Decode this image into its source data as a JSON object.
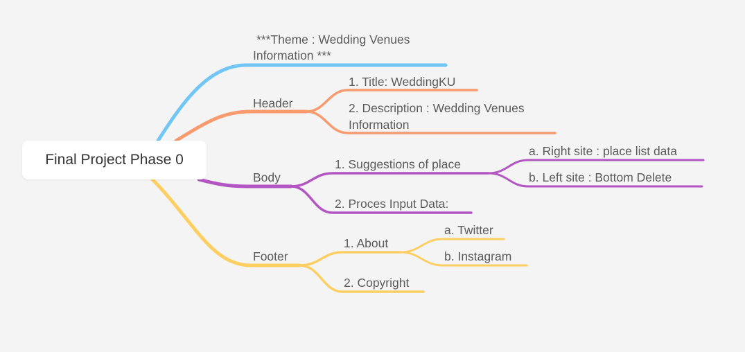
{
  "root": {
    "label": "Final Project Phase 0"
  },
  "colors": {
    "theme": "#72c6f5",
    "header": "#f79a6e",
    "body": "#b255c2",
    "footer": "#fdcf63",
    "background": "#f4f4f4"
  },
  "theme": {
    "line1": "***Theme :  Wedding Venues",
    "line2": "Information ***"
  },
  "header": {
    "label": "Header",
    "title": "1. Title: WeddingKU",
    "description_line1": "2. Description : Wedding Venues",
    "description_line2": "Information"
  },
  "body": {
    "label": "Body",
    "suggestions": {
      "label": "1. Suggestions of place",
      "right_site": "a. Right site : place list data",
      "left_site": "b. Left site : Bottom Delete"
    },
    "process": "2. Proces Input Data:"
  },
  "footer": {
    "label": "Footer",
    "about": {
      "label": "1. About",
      "twitter": "a. Twitter",
      "instagram": "b. Instagram"
    },
    "copyright": "2. Copyright"
  }
}
